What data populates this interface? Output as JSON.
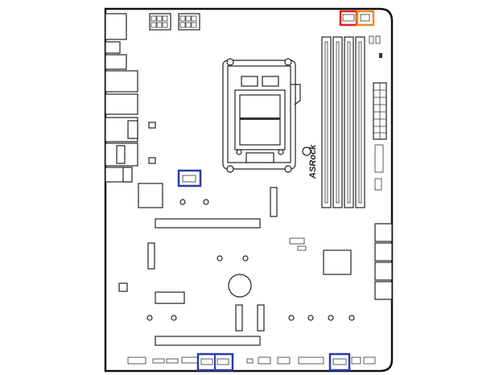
{
  "board": {
    "brand_logo": "ASRock",
    "highlight_colors": {
      "red": "#e02020",
      "orange": "#f08a24",
      "blue": "#2a3aa8"
    },
    "highlighted_headers": [
      {
        "color": "red",
        "label": "fan-header-top-1"
      },
      {
        "color": "orange",
        "label": "fan-header-top-2"
      },
      {
        "color": "blue",
        "label": "fan-header-mid"
      },
      {
        "color": "blue",
        "label": "fan-header-bottom-1"
      },
      {
        "color": "blue",
        "label": "fan-header-bottom-2"
      },
      {
        "color": "blue",
        "label": "fan-header-bottom-3"
      }
    ]
  }
}
